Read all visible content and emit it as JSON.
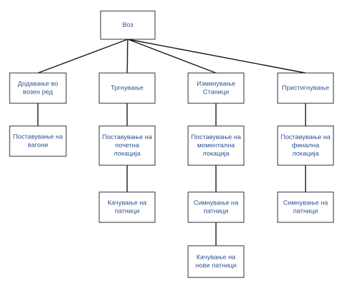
{
  "diagram": {
    "root": {
      "label": [
        "Воз"
      ]
    },
    "branches": [
      {
        "head": {
          "label": [
            "Додавање во",
            "возен ред"
          ]
        },
        "children": [
          {
            "label": [
              "Поставување на",
              "вагони"
            ]
          }
        ]
      },
      {
        "head": {
          "label": [
            "Тргнување"
          ]
        },
        "children": [
          {
            "label": [
              "Поставување на",
              "почетна",
              "локација"
            ]
          },
          {
            "label": [
              "Качување на",
              "патници"
            ]
          }
        ]
      },
      {
        "head": {
          "label": [
            "Изминување",
            "Станици"
          ]
        },
        "children": [
          {
            "label": [
              "Поставување на",
              "моментална",
              "локација"
            ]
          },
          {
            "label": [
              "Симнување на",
              "патници"
            ]
          },
          {
            "label": [
              "Качување на",
              "нови патници"
            ]
          }
        ]
      },
      {
        "head": {
          "label": [
            "Пристигнување"
          ]
        },
        "children": [
          {
            "label": [
              "Поставување на",
              "финална",
              "локација"
            ]
          },
          {
            "label": [
              "Симнување на",
              "патници"
            ]
          }
        ]
      }
    ],
    "colors": {
      "text": "#2f5496",
      "border": "#2a2a2a",
      "connector": "#111111"
    }
  }
}
